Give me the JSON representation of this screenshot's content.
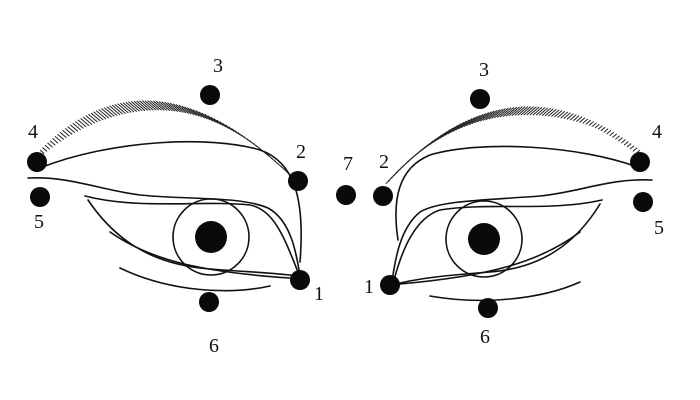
{
  "diagram": {
    "left_eye": {
      "labels": {
        "p1": "1",
        "p2": "2",
        "p3": "3",
        "p4": "4",
        "p5": "5",
        "p6": "6"
      }
    },
    "center": {
      "p7": "7"
    },
    "right_eye": {
      "labels": {
        "p1": "1",
        "p2": "2",
        "p3": "3",
        "p4": "4",
        "p5": "5",
        "p6": "6"
      }
    },
    "colors": {
      "ink": "#111111",
      "background": "#ffffff"
    }
  }
}
